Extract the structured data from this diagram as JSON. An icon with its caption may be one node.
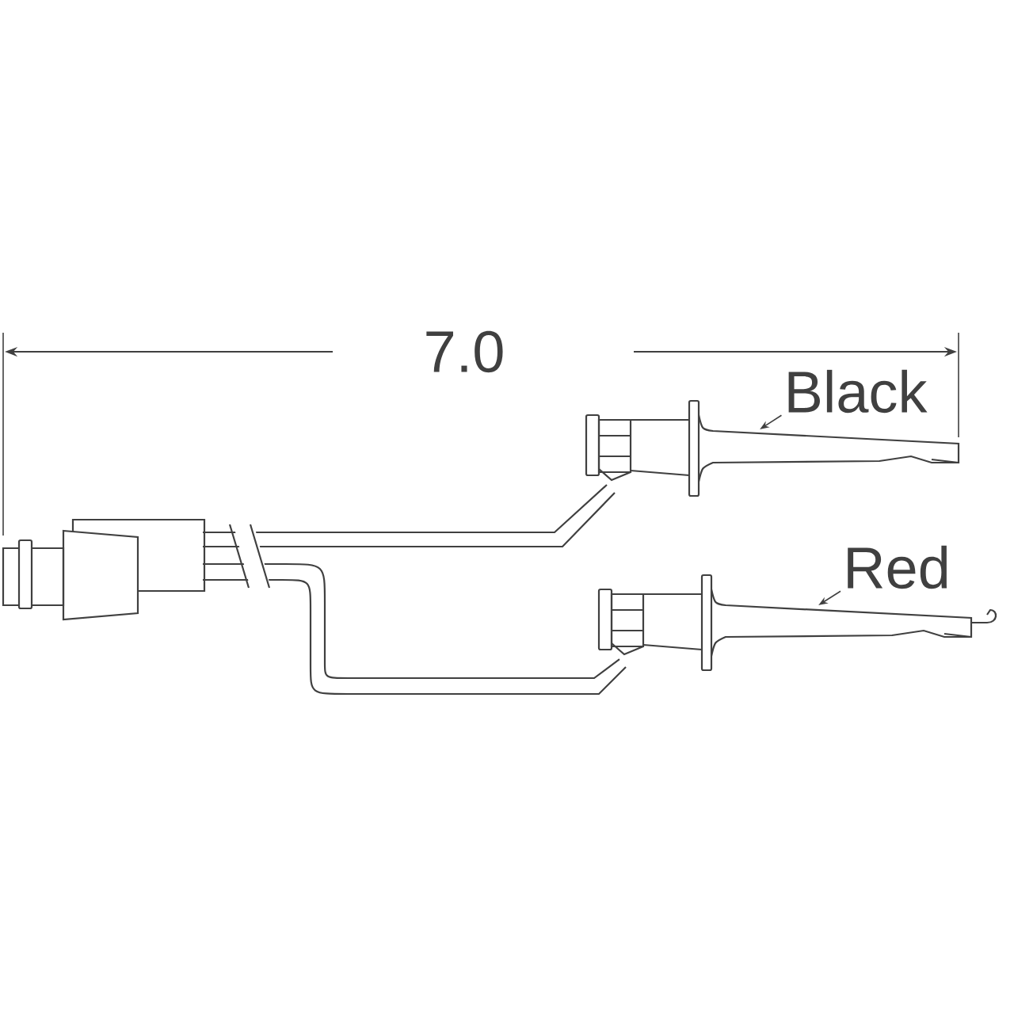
{
  "diagram": {
    "nodes": [
      {
        "text": [
          "Black"
        ]
      },
      {
        "text": [],
        "shape": "picture"
      },
      {
        "text": [
          "Red"
        ]
      },
      {
        "text": [],
        "shape": "picture"
      }
    ],
    "edges": [
      {
        "from": 0,
        "to": 1,
        "arrow": "to"
      },
      {
        "from": 2,
        "to": 3,
        "arrow": "to"
      }
    ],
    "labels": [
      "7.0"
    ]
  }
}
